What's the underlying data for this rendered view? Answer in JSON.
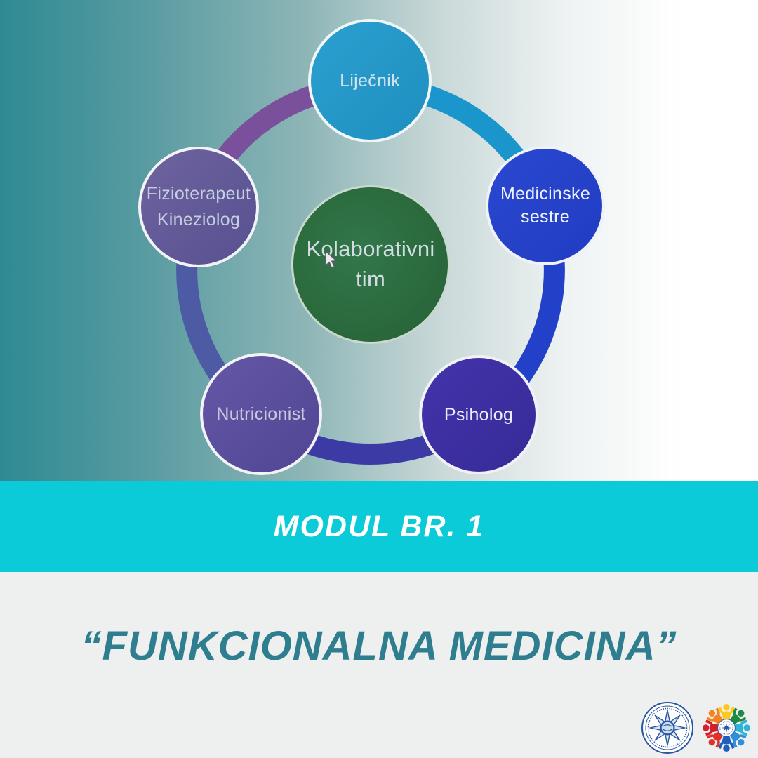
{
  "diagram": {
    "center": {
      "label": "Kolaborativni\ntim",
      "color": "#2b6b3d"
    },
    "nodes": [
      {
        "id": "lijecnik",
        "label": "Liječnik",
        "color": "#2196c6"
      },
      {
        "id": "medicinske-sestre",
        "label": "Medicinske\nsestre",
        "color": "#2440c8"
      },
      {
        "id": "psiholog",
        "label": "Psiholog",
        "color": "#3c2fa2"
      },
      {
        "id": "nutricionist",
        "label": "Nutricionist",
        "color": "#5a4b9e"
      },
      {
        "id": "fizioterapeut",
        "label": "Fizioterapeut\nKineziolog",
        "color": "#615a93"
      }
    ],
    "ring": [
      {
        "from": "fizioterapeut",
        "to": "lijecnik",
        "color": "#7a4f9c"
      },
      {
        "from": "lijecnik",
        "to": "medicinske-sestre",
        "color": "#1b96cc"
      },
      {
        "from": "medicinske-sestre",
        "to": "psiholog",
        "color": "#2340c8"
      },
      {
        "from": "psiholog",
        "to": "nutricionist",
        "color": "#3c3ba6"
      },
      {
        "from": "nutricionist",
        "to": "fizioterapeut",
        "color": "#4d5aa4"
      }
    ]
  },
  "banner": {
    "label": "MODUL BR. 1",
    "background": "#0bcbd8",
    "text_color": "#ffffff"
  },
  "title": {
    "text": "“FUNKCIONALNA MEDICINA”",
    "color": "#2e7e8f",
    "background": "#eeefef"
  },
  "logos": [
    {
      "name": "university-seal-logo",
      "primary_color": "#2a55a0"
    },
    {
      "name": "people-circle-logo",
      "colors": [
        "#ffc81e",
        "#1d8a44",
        "#2fb4d8",
        "#2f8fd8",
        "#1d5fc0",
        "#e23127",
        "#d3202c",
        "#f58220"
      ]
    }
  ]
}
